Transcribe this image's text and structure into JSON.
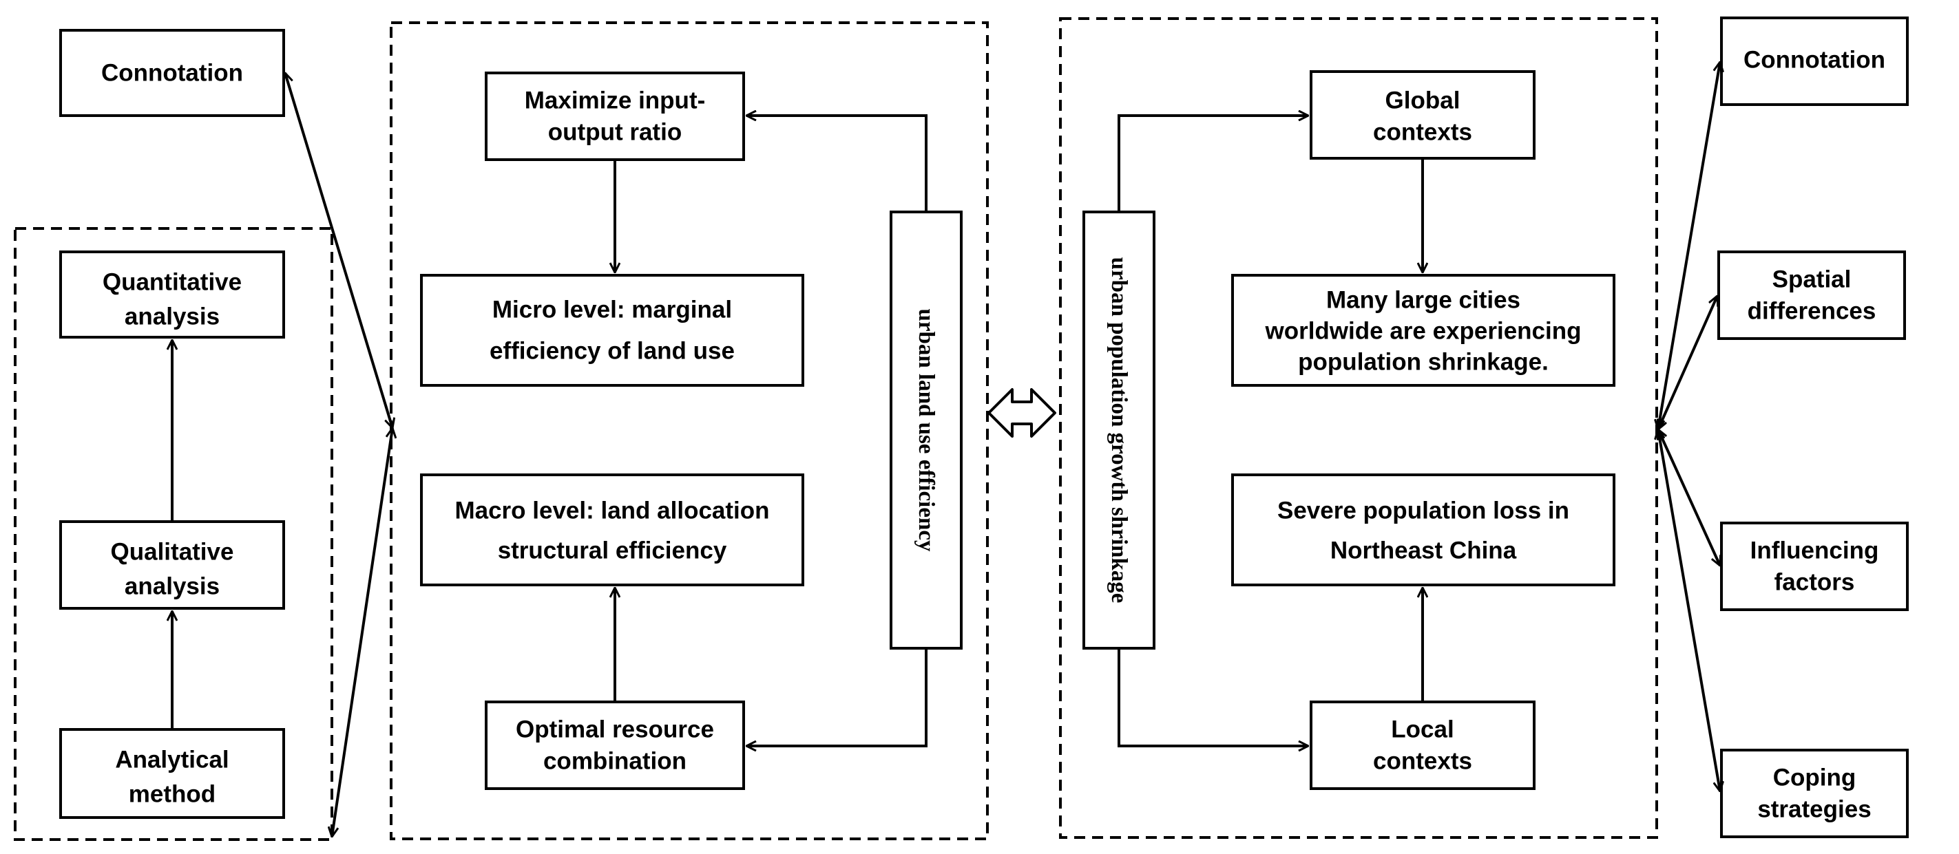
{
  "colors": {
    "stroke": "#000000",
    "background": "#ffffff",
    "text": "#000000"
  },
  "left_column": {
    "connotation": "Connotation",
    "quantitative": [
      "Quantitative",
      "analysis"
    ],
    "qualitative": [
      "Qualitative",
      "analysis"
    ],
    "analytical": [
      "Analytical",
      "method"
    ]
  },
  "land_use_panel": {
    "vertical_label": "urban land use efficiency",
    "maximize": [
      "Maximize input-",
      "output ratio"
    ],
    "micro": [
      "Micro level: marginal",
      "efficiency of land use"
    ],
    "macro": [
      "Macro level: land allocation",
      "structural efficiency"
    ],
    "optimal": [
      "Optimal resource",
      "combination"
    ]
  },
  "shrinkage_panel": {
    "vertical_label": "urban population growth shrinkage",
    "global": [
      "Global",
      "contexts"
    ],
    "many_cities": [
      "Many large cities",
      "worldwide are experiencing",
      "population shrinkage."
    ],
    "severe_loss": [
      "Severe population loss in",
      "Northeast China"
    ],
    "local": [
      "Local",
      "contexts"
    ]
  },
  "right_column": {
    "connotation": "Connotation",
    "spatial": [
      "Spatial",
      "differences"
    ],
    "influencing": [
      "Influencing",
      "factors"
    ],
    "coping": [
      "Coping",
      "strategies"
    ]
  }
}
